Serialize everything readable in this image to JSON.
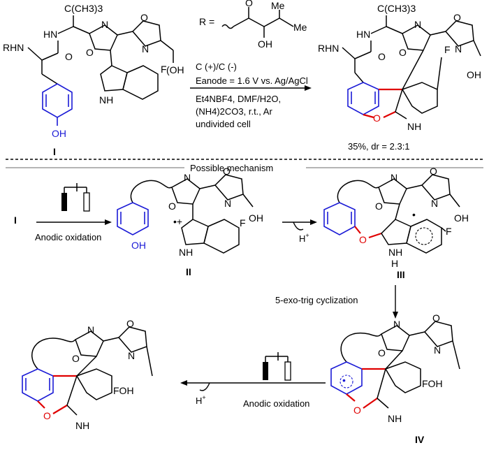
{
  "colors": {
    "highlight_blue": "#1a1ad6",
    "highlight_red": "#e00000",
    "ink": "#000000"
  },
  "top": {
    "tbu": "C(CH3)3",
    "rhn": "RHN",
    "compound_label": "I",
    "product_yield": "35%, dr = 2.3:1",
    "r_def": "R =",
    "electrodes": "C (+)/C (-)",
    "potential": "Eanode = 1.6 V vs. Ag/AgCl",
    "conditions": [
      "Et4NBF4, DMF/H2O,",
      "(NH4)2CO3, r.t., Ar",
      "undivided cell"
    ]
  },
  "section_title": "Possible mechanism",
  "mech": {
    "start_label": "I",
    "step1": "Anodic oxidation",
    "deprot": "H+",
    "cyclization": "5-exo-trig cyclization",
    "step_last": "Anodic oxidation",
    "deprot2": "H+",
    "labels": {
      "ii": "II",
      "iii": "III",
      "iv": "IV"
    }
  },
  "atoms": {
    "N": "N",
    "O": "O",
    "H": "H",
    "NH": "NH",
    "OH": "OH",
    "F": "F",
    "FOH": "FOH",
    "Me": "Me"
  }
}
